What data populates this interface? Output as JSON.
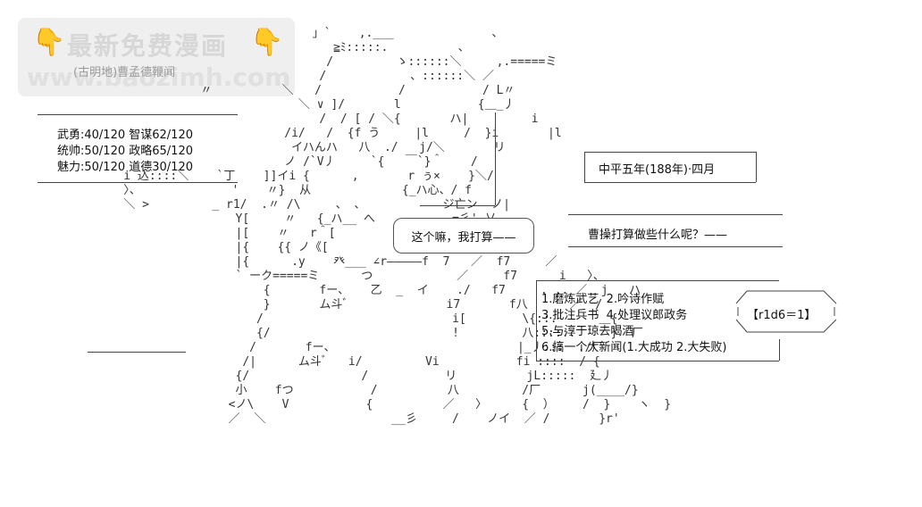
{
  "watermark": {
    "title": "最新免费漫画",
    "url": "www.baozimh.com",
    "subtitle": "(古明地)曹孟德鞭闻",
    "hand_icon": "pointing-hand-icon",
    "hand_color": "#f2b233"
  },
  "stats": [
    "武勇:40/120 智谋62/120",
    "统帅:50/120 政略65/120",
    "魅力:50/120 道德30/120"
  ],
  "date_label": "中平五年(188年)·四月",
  "speech": "这个嘛，我打算——",
  "question": "曹操打算做些什么呢？——",
  "choices": [
    "1.磨炼武艺  2.吟诗作赋",
    "3.批注兵书  4.处理议郎政务",
    "5.与淳于琼去喝酒",
    "6.搞一个大新闻(1.大成功 2.大失败)"
  ],
  "dice": "【r1d6＝1】",
  "aa_lines": [
    "                                     」`    ,.___              、",
    "                                        ≧ﾐ:::::.          、",
    "                                       /         ゝ::::::＼     ,.=====ミ",
    "                                      /            、::::::＼ ／",
    "                     〃          ＼   /           /           / L〃",
    "                                   ＼ ∨ ]/       l           {＿_丿",
    "                                      /  / [ / ＼{       ハ|         i",
    "                                 /i/   /  {f う     |l     /  }i       |l",
    "                                  イハんハ   八  ./   j/＼       リ",
    "                                 ノ /`V丿     `{   ￣`}＾    /",
    "          i 込::::＼    `丁    ]]イi {      ,       r ぅ×    }＼/",
    "          〉、             '    〃}  从             {_ハ心、/ f",
    "          ＼ >         _ r1/  .〃 /\\     、 、           ジ亡ン  ノ|",
    "                          Y[     〃   {_ハ__ へ           =彡' 乂",
    "                          |[    〃   r＾[         r7ー     ィ< ／",
    "                          |{    {{ ノ《[          ,ノ  〉  ／ ￣\\.  ／",
    "                          |{      .y    癶___ ∠r―――――f  7   ／  f7     ／",
    "                          ` ーク=====ミ      つ            ／     f7      i   〉、",
    "                              {       fー、   乙  _  イ    ./   f7     . ,. ／  j   ハ",
    "                              }       ム斗ﾞ              i7       f八      ／  /",
    "                             /                           i[        \\{::.      ＿{",
    "                             {/                          !         八:::::.     }  厂",
    "                            /       fー、                          |_丿:::  ./厂",
    "                           /|      ム斗ﾞ   i/         Vi           fi ::::  / {",
    "                          {/                /           リ          jL:::::  廴丿",
    "                          小    fつ           /          八         /厂      j(____/}",
    "                         <ノ\\    V           {          ／   〉     {  ）    /  }    ヽ  }",
    "                         ／  ＼                  __彡     /    ノイ  ／ /       }r'"
  ]
}
